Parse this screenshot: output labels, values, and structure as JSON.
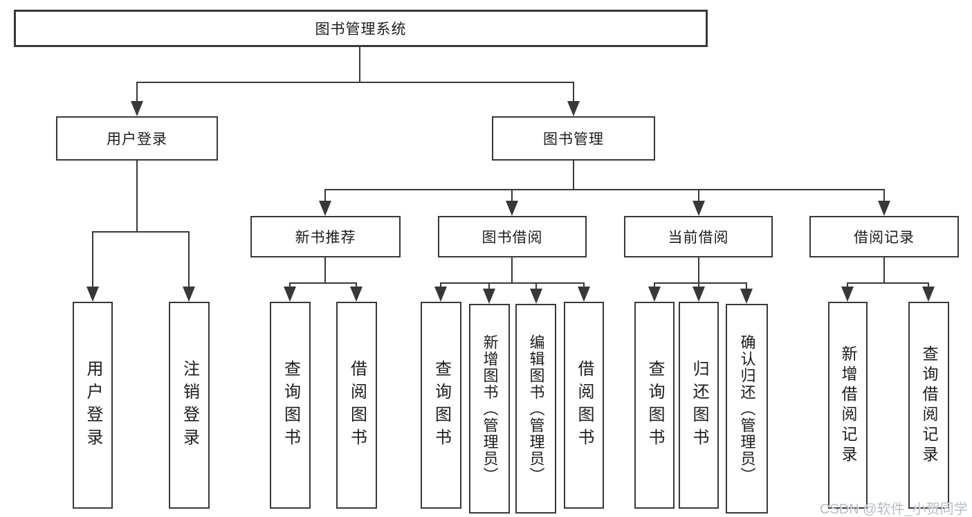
{
  "tree": {
    "root": {
      "label": "图书管理系统"
    },
    "branches": [
      {
        "label": "用户登录",
        "children": [
          {
            "label": "用户登录"
          },
          {
            "label": "注销登录"
          }
        ]
      },
      {
        "label": "图书管理",
        "children": [
          {
            "label": "新书推荐",
            "children": [
              {
                "label": "查询图书"
              },
              {
                "label": "借阅图书"
              }
            ]
          },
          {
            "label": "图书借阅",
            "children": [
              {
                "label": "查询图书"
              },
              {
                "label": "新增图书（管理员）"
              },
              {
                "label": "编辑图书（管理员）"
              },
              {
                "label": "借阅图书"
              }
            ]
          },
          {
            "label": "当前借阅",
            "children": [
              {
                "label": "查询图书"
              },
              {
                "label": "归还图书"
              },
              {
                "label": "确认归还（管理员）"
              }
            ]
          },
          {
            "label": "借阅记录",
            "children": [
              {
                "label": "新增借阅记录"
              },
              {
                "label": "查询借阅记录"
              }
            ]
          }
        ]
      }
    ]
  },
  "watermark": {
    "text": "CSDN @软件_小贺同学"
  },
  "colors": {
    "line": "#383838",
    "box_border": "#383838",
    "box_fill": "#ffffff",
    "text": "#1c1c1c",
    "watermark": "#b9bdc3",
    "background": "#ffffff"
  }
}
